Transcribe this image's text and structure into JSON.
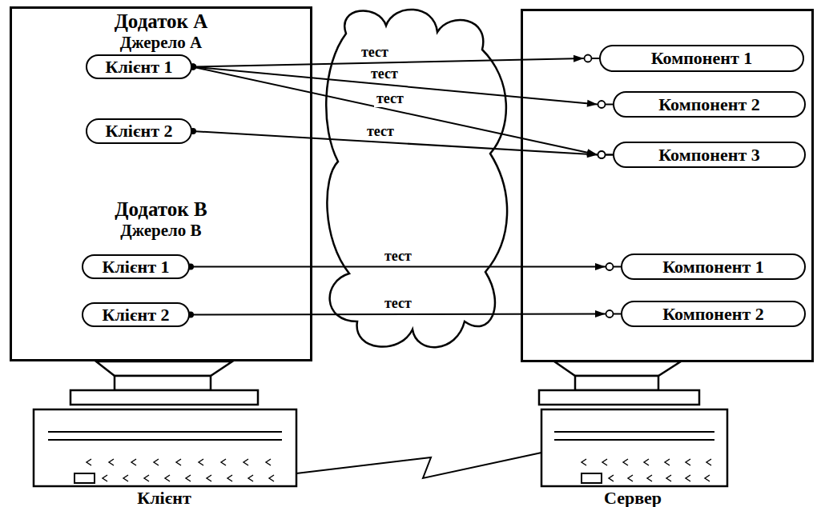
{
  "diagram": {
    "nodes": [
      {
        "text": [
          "Додаток А",
          "Джерело А",
          "Додаток В",
          "Джерело В"
        ]
      },
      {
        "text": [
          "Клієнт 1"
        ],
        "in": 0
      },
      {
        "text": [
          "Клієнт 2"
        ],
        "in": 0
      },
      {
        "text": [
          "Клієнт 1"
        ],
        "in": 0
      },
      {
        "text": [
          "Клієнт 2"
        ],
        "in": 0
      },
      {
        "text": [
          "Компонент 1"
        ]
      },
      {
        "text": [
          "Компонент 2"
        ]
      },
      {
        "text": [
          "Компонент 3"
        ]
      },
      {
        "text": [
          "Компонент 1"
        ]
      },
      {
        "text": [
          "Компонент 2"
        ]
      }
    ],
    "edges": [
      {
        "from": 1,
        "to": 5,
        "arrow": "to",
        "label": "тест"
      },
      {
        "from": 1,
        "to": 6,
        "arrow": "to",
        "label": "тест"
      },
      {
        "from": 1,
        "to": 7,
        "arrow": "to",
        "label": "тест"
      },
      {
        "from": 2,
        "to": 7,
        "arrow": "to",
        "label": "тест"
      },
      {
        "from": 3,
        "to": 8,
        "arrow": "to",
        "label": "тест"
      },
      {
        "from": 4,
        "to": 9,
        "arrow": "to",
        "label": "тест"
      }
    ],
    "labels": [
      "Клієнт",
      "Сервер"
    ]
  }
}
